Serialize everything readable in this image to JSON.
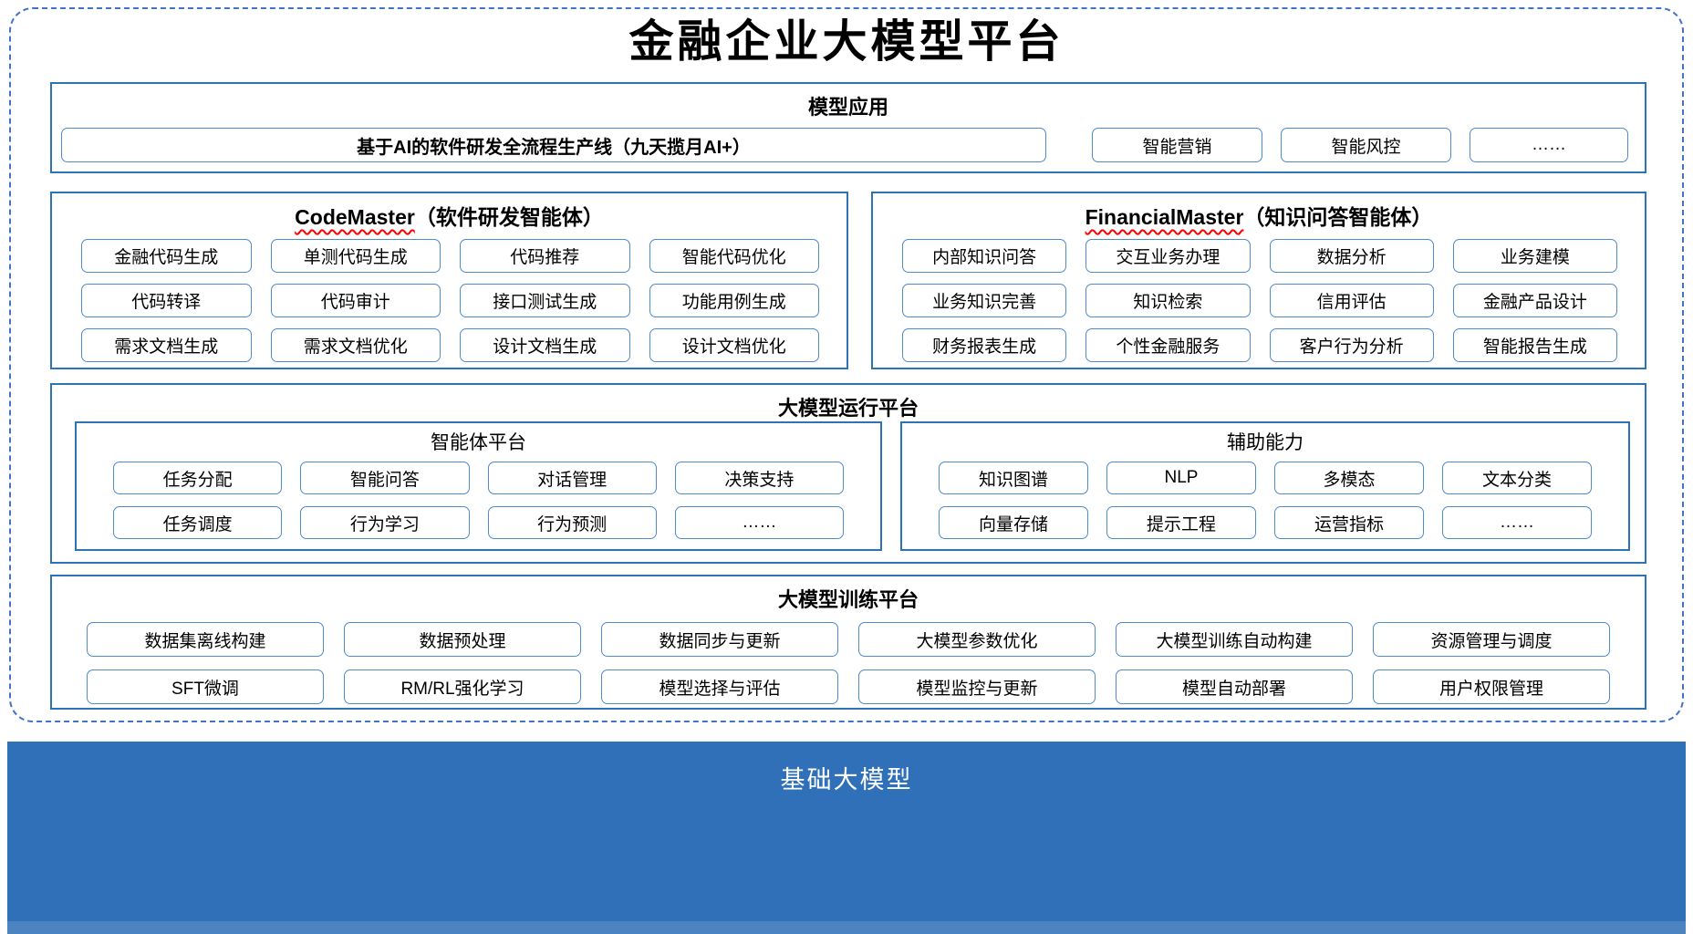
{
  "page_title": "金融企业大模型平台",
  "colors": {
    "section_border": "#2E74B5",
    "item_border": "#4E8BC8",
    "dashed_frame": "#4472C4",
    "base_bar_bg": "#2F70B8",
    "squiggle_red": "#FF0000"
  },
  "model_app": {
    "header": "模型应用",
    "pipeline_item": "基于AI的软件研发全流程生产线（九天揽月AI+）",
    "items": [
      "智能营销",
      "智能风控",
      "……"
    ]
  },
  "code_master": {
    "name": "CodeMaster",
    "subtitle": "（软件研发智能体）",
    "items": [
      "金融代码生成",
      "单测代码生成",
      "代码推荐",
      "智能代码优化",
      "代码转译",
      "代码审计",
      "接口测试生成",
      "功能用例生成",
      "需求文档生成",
      "需求文档优化",
      "设计文档生成",
      "设计文档优化"
    ]
  },
  "financial_master": {
    "name": "FinancialMaster",
    "subtitle": "（知识问答智能体）",
    "items": [
      "内部知识问答",
      "交互业务办理",
      "数据分析",
      "业务建模",
      "业务知识完善",
      "知识检索",
      "信用评估",
      "金融产品设计",
      "财务报表生成",
      "个性金融服务",
      "客户行为分析",
      "智能报告生成"
    ]
  },
  "runtime_platform": {
    "header": "大模型运行平台",
    "agent_platform": {
      "title": "智能体平台",
      "items": [
        "任务分配",
        "智能问答",
        "对话管理",
        "决策支持",
        "任务调度",
        "行为学习",
        "行为预测",
        "……"
      ]
    },
    "aux_capability": {
      "title": "辅助能力",
      "items": [
        "知识图谱",
        "NLP",
        "多模态",
        "文本分类",
        "向量存储",
        "提示工程",
        "运营指标",
        "……"
      ]
    }
  },
  "training_platform": {
    "header": "大模型训练平台",
    "items": [
      "数据集离线构建",
      "数据预处理",
      "数据同步与更新",
      "大模型参数优化",
      "大模型训练自动构建",
      "资源管理与调度",
      "SFT微调",
      "RM/RL强化学习",
      "模型选择与评估",
      "模型监控与更新",
      "模型自动部署",
      "用户权限管理"
    ]
  },
  "base_model_bar": {
    "label": "基础大模型"
  }
}
